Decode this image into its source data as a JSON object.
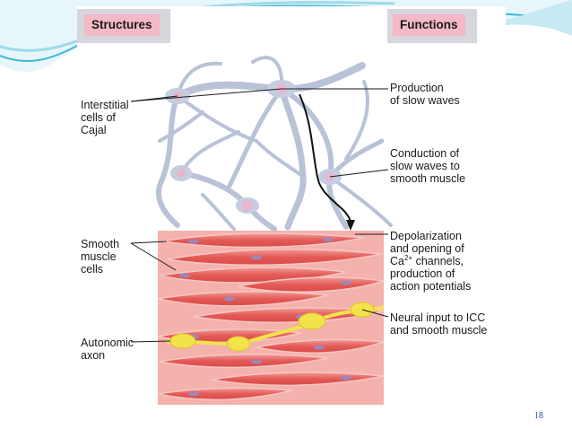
{
  "header": {
    "structures": "Structures",
    "functions": "Functions"
  },
  "structures": {
    "icc_line1": "Interstitial",
    "icc_line2": "cells of",
    "icc_line3": "Cajal",
    "smc_line1": "Smooth",
    "smc_line2": "muscle",
    "smc_line3": "cells",
    "axon_line1": "Autonomic",
    "axon_line2": "axon"
  },
  "functions": {
    "f1_line1": "Production",
    "f1_line2": "of slow waves",
    "f2_line1": "Conduction of",
    "f2_line2": "slow waves to",
    "f2_line3": "smooth muscle",
    "f3_line1": "Depolarization",
    "f3_line2": "and opening of",
    "f3_ca": "Ca",
    "f3_sup": "2+",
    "f3_line3_rest": " channels,",
    "f3_line4": "production of",
    "f3_line5": "action potentials",
    "f4_line1": "Neural input to ICC",
    "f4_line2": "and smooth muscle"
  },
  "slide": {
    "page_number": "18"
  },
  "colors": {
    "icc_network": "#b9c2d6",
    "icc_nucleus": "#e8b6cf",
    "muscle": "#e35a57",
    "muscle_light": "#f19c98",
    "muscle_nucleus": "#9d86b8",
    "axon": "#f2e34a",
    "accent_teal": "#3fb7d6"
  }
}
